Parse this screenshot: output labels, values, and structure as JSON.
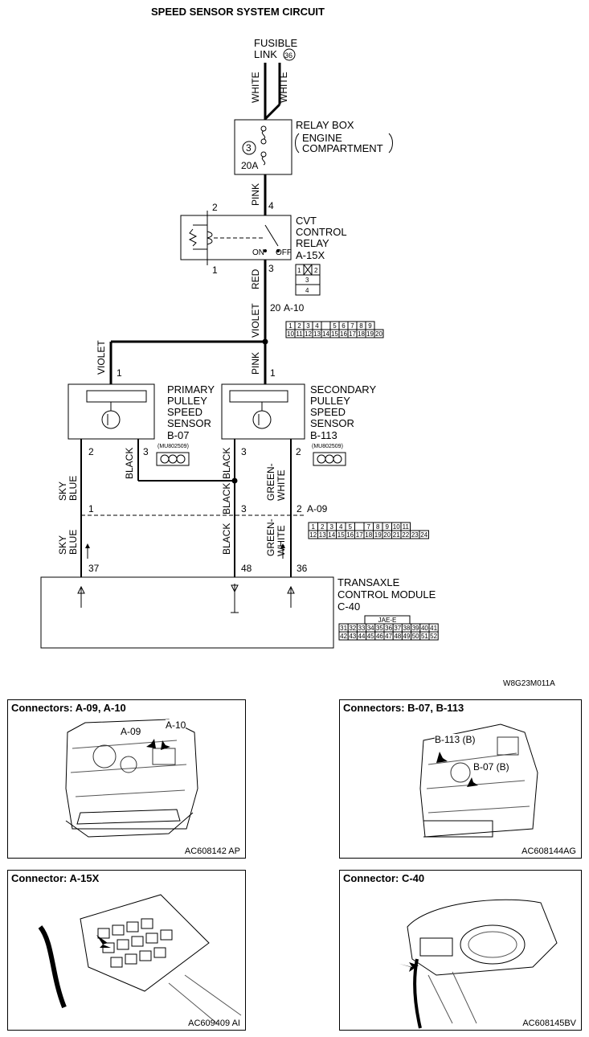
{
  "title": "SPEED SENSOR SYSTEM CIRCUIT",
  "fusible_link": {
    "label_line1": "FUSIBLE",
    "label_line2": "LINK",
    "number": "36"
  },
  "relay_box": {
    "line1": "RELAY BOX",
    "line2": "ENGINE",
    "line3": "COMPARTMENT",
    "fuse_number": "3",
    "fuse_rating": "20A"
  },
  "cvt_relay": {
    "line1": "CVT",
    "line2": "CONTROL",
    "line3": "RELAY",
    "connector": "A-15X",
    "on_label": "ON",
    "off_label": "OFF",
    "pins": [
      "2",
      "4",
      "1",
      "3"
    ],
    "pin_grid": [
      "1",
      "2",
      "3",
      "4"
    ]
  },
  "wires": {
    "white_left": "WHITE",
    "white_right": "WHITE",
    "pink_top": "PINK",
    "red": "RED",
    "violet_main": "VIOLET",
    "violet_left": "VIOLET",
    "pink_mid": "PINK",
    "sky_blue_upper": [
      "SKY",
      "BLUE"
    ],
    "sky_blue_lower": [
      "SKY",
      "BLUE"
    ],
    "black_diag": "BLACK",
    "black_upper": "BLACK",
    "black_mid": "BLACK",
    "black_lower": "BLACK",
    "green_white_upper": [
      "GREEN-",
      "WHITE"
    ],
    "green_white_lower": [
      "GREEN-",
      "WHITE"
    ]
  },
  "connector_a10": {
    "label": "A-10",
    "pin": "20",
    "row1": [
      "1",
      "2",
      "3",
      "4",
      "",
      "5",
      "6",
      "7",
      "8",
      "9"
    ],
    "row2": [
      "10",
      "11",
      "12",
      "13",
      "14",
      "15",
      "16",
      "17",
      "18",
      "19",
      "20"
    ]
  },
  "primary_sensor": {
    "line1": "PRIMARY",
    "line2": "PULLEY",
    "line3": "SPEED",
    "line4": "SENSOR",
    "connector": "B-07",
    "part": "(MU802509)",
    "pins": [
      "1",
      "2",
      "3"
    ]
  },
  "secondary_sensor": {
    "line1": "SECONDARY",
    "line2": "PULLEY",
    "line3": "SPEED",
    "line4": "SENSOR",
    "connector": "B-113",
    "part": "(MU802509)",
    "pins": [
      "1",
      "3",
      "2"
    ]
  },
  "connector_a09": {
    "label": "A-09",
    "pins": [
      "1",
      "3",
      "2"
    ],
    "row1": [
      "1",
      "2",
      "3",
      "4",
      "5",
      "",
      "7",
      "8",
      "9",
      "10",
      "11"
    ],
    "row2": [
      "12",
      "13",
      "14",
      "15",
      "16",
      "17",
      "18",
      "19",
      "20",
      "21",
      "22",
      "23",
      "24"
    ]
  },
  "tcm": {
    "line1": "TRANSAXLE",
    "line2": "CONTROL MODULE",
    "connector": "C-40",
    "pins": [
      "37",
      "48",
      "36"
    ],
    "jae": "JAE-E",
    "row1": [
      "31",
      "32",
      "33",
      "34",
      "35",
      "36",
      "37",
      "38",
      "39",
      "40",
      "41"
    ],
    "row2": [
      "42",
      "43",
      "44",
      "45",
      "46",
      "47",
      "48",
      "49",
      "50",
      "51",
      "52"
    ]
  },
  "diagram_code": "W8G23M011A",
  "photos": [
    {
      "caption": "Connectors: A-09, A-10",
      "code": "AC608142 AP",
      "labels": [
        "A-09",
        "A-10"
      ]
    },
    {
      "caption": "Connectors: B-07, B-113",
      "code": "AC608144AG",
      "labels": [
        "B-113 (B)",
        "B-07 (B)"
      ]
    },
    {
      "caption": "Connector: A-15X",
      "code": "AC609409 AI",
      "labels": []
    },
    {
      "caption": "Connector: C-40",
      "code": "AC608145BV",
      "labels": []
    }
  ]
}
